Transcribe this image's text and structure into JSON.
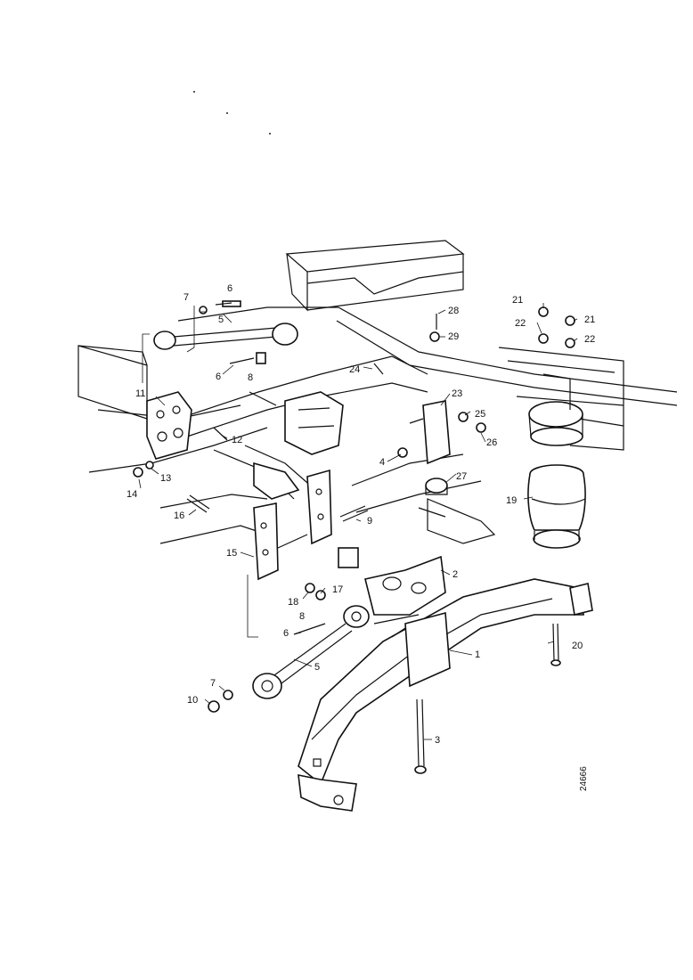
{
  "labels": {
    "p1": "1",
    "p2": "2",
    "p3": "3",
    "p4": "4",
    "p5a": "5",
    "p5b": "5",
    "p6a": "6",
    "p6b": "6",
    "p6c": "6",
    "p7a": "7",
    "p7b": "7",
    "p8a": "8",
    "p8b": "8",
    "p9": "9",
    "p10": "10",
    "p11": "11",
    "p12": "12",
    "p13": "13",
    "p14": "14",
    "p15": "15",
    "p16": "16",
    "p17": "17",
    "p18": "18",
    "p19": "19",
    "p20": "20",
    "p21a": "21",
    "p21b": "21",
    "p22a": "22",
    "p22b": "22",
    "p23": "23",
    "p24": "24",
    "p25": "25",
    "p26": "26",
    "p27": "27",
    "p28": "28",
    "p29": "29"
  },
  "figure_code": "24666"
}
